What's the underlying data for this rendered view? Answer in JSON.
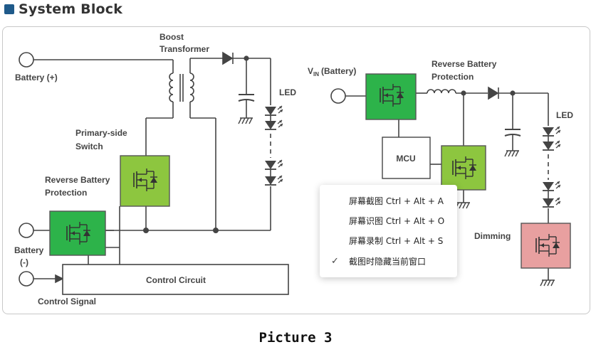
{
  "header": {
    "title": "System Block"
  },
  "caption": "Picture 3",
  "left_diagram": {
    "battery_plus": "Battery (+)",
    "boost_l1": "Boost",
    "boost_l2": "Transformer",
    "led": "LED",
    "primary_l1": "Primary-side",
    "primary_l2": "Switch",
    "reverse_l1": "Reverse Battery",
    "reverse_l2": "Protection",
    "battery_minus_l1": "Battery",
    "battery_minus_l2": "(-)",
    "control_circuit": "Control Circuit",
    "control_signal": "Control Signal"
  },
  "right_diagram": {
    "vin": "V",
    "vin_sub": "IN",
    "vin_suffix": "(Battery)",
    "reverse_l1": "Reverse Battery",
    "reverse_l2": "Protection",
    "led": "LED",
    "mcu": "MCU",
    "dimming": "Dimming"
  },
  "context_menu": {
    "items": [
      {
        "label": "屏幕截图 Ctrl + Alt + A",
        "checked": false
      },
      {
        "label": "屏幕识图 Ctrl + Alt + O",
        "checked": false
      },
      {
        "label": "屏幕录制 Ctrl + Alt + S",
        "checked": false
      },
      {
        "label": "截图时隐藏当前窗口",
        "checked": true
      }
    ],
    "check_glyph": "✓"
  },
  "colors": {
    "dark_green": "#2db34a",
    "light_green": "#8dc63f",
    "pink": "#e8a0a0",
    "wire": "#444444",
    "heading_square": "#1f5a8a"
  }
}
